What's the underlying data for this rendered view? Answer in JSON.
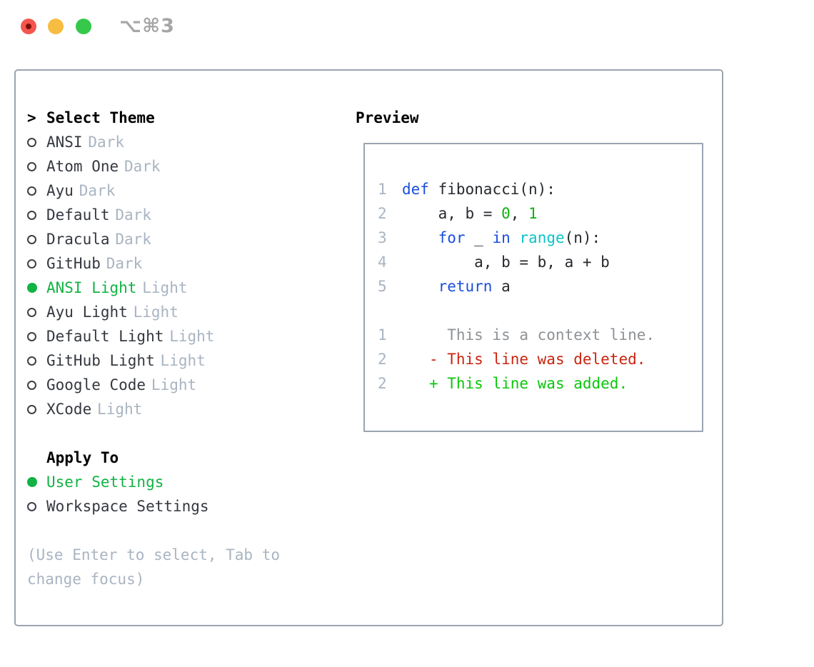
{
  "window": {
    "title": "⌥⌘3"
  },
  "titlebar_buttons": [
    {
      "name": "close"
    },
    {
      "name": "minimize"
    },
    {
      "name": "zoom"
    }
  ],
  "colors": {
    "ui_green": "#12b343",
    "border_gray": "#9aa5b1",
    "muted_gray": "#a9b4c2",
    "keyword_blue": "#1a4fdd",
    "builtin_cyan": "#0cc3c9",
    "number_green": "#0eb00e",
    "added_green": "#0cc60c",
    "deleted_red": "#c9250f",
    "traffic_red": "#f4564e",
    "traffic_yellow": "#f6bd40",
    "traffic_green": "#36c84b"
  },
  "theme_panel": {
    "header_prefix": ">",
    "header": "Select Theme",
    "items": [
      {
        "name": "ANSI",
        "variant": "Dark",
        "selected": false
      },
      {
        "name": "Atom One",
        "variant": "Dark",
        "selected": false
      },
      {
        "name": "Ayu",
        "variant": "Dark",
        "selected": false
      },
      {
        "name": "Default",
        "variant": "Dark",
        "selected": false
      },
      {
        "name": "Dracula",
        "variant": "Dark",
        "selected": false
      },
      {
        "name": "GitHub",
        "variant": "Dark",
        "selected": false
      },
      {
        "name": "ANSI Light",
        "variant": "Light",
        "selected": true
      },
      {
        "name": "Ayu Light",
        "variant": "Light",
        "selected": false
      },
      {
        "name": "Default Light",
        "variant": "Light",
        "selected": false
      },
      {
        "name": "GitHub Light",
        "variant": "Light",
        "selected": false
      },
      {
        "name": "Google Code",
        "variant": "Light",
        "selected": false
      },
      {
        "name": "XCode",
        "variant": "Light",
        "selected": false
      }
    ],
    "apply_to": {
      "header": "Apply To",
      "options": [
        {
          "name": "User Settings",
          "selected": true
        },
        {
          "name": "Workspace Settings",
          "selected": false
        }
      ]
    },
    "hint": "(Use Enter to select, Tab to change focus)"
  },
  "preview": {
    "title": "Preview",
    "code_lines": [
      {
        "num": "1",
        "tokens": [
          {
            "t": "def",
            "c": "kw"
          },
          {
            "t": " fibonacci(n):",
            "c": "fg"
          }
        ]
      },
      {
        "num": "2",
        "tokens": [
          {
            "t": "    a, b = ",
            "c": "fg"
          },
          {
            "t": "0",
            "c": "num"
          },
          {
            "t": ", ",
            "c": "fg"
          },
          {
            "t": "1",
            "c": "num"
          }
        ]
      },
      {
        "num": "3",
        "tokens": [
          {
            "t": "    ",
            "c": "fg"
          },
          {
            "t": "for",
            "c": "kw"
          },
          {
            "t": " _ ",
            "c": "fg"
          },
          {
            "t": "in",
            "c": "kw"
          },
          {
            "t": " ",
            "c": "fg"
          },
          {
            "t": "range",
            "c": "builtin"
          },
          {
            "t": "(n):",
            "c": "fg"
          }
        ]
      },
      {
        "num": "4",
        "tokens": [
          {
            "t": "        a, b = b, a + b",
            "c": "fg"
          }
        ]
      },
      {
        "num": "5",
        "tokens": [
          {
            "t": "    ",
            "c": "fg"
          },
          {
            "t": "return",
            "c": "kw"
          },
          {
            "t": " a",
            "c": "fg"
          }
        ]
      }
    ],
    "diff_lines": [
      {
        "num": "1",
        "tokens": [
          {
            "t": "     This is a context line.",
            "c": "ctx"
          }
        ]
      },
      {
        "num": "2",
        "tokens": [
          {
            "t": "   ",
            "c": "fg"
          },
          {
            "t": "- This line was deleted.",
            "c": "del"
          }
        ]
      },
      {
        "num": "2",
        "tokens": [
          {
            "t": "   ",
            "c": "fg"
          },
          {
            "t": "+ This line was added.",
            "c": "add"
          }
        ]
      }
    ]
  }
}
